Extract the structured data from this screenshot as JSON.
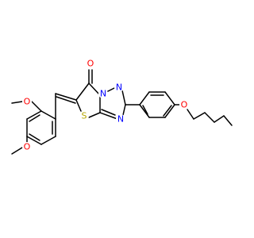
{
  "atoms": {
    "o_carbonyl": "O",
    "n_bridge": "N",
    "n_top": "N",
    "n_bottom": "N",
    "s_ring": "S",
    "o_methoxy_upper": "O",
    "o_methoxy_lower": "O",
    "o_pentoxy": "O"
  },
  "colors": {
    "oxygen": "#ff0000",
    "nitrogen": "#0000ff",
    "sulfur": "#b5a600",
    "carbon": "#000000"
  }
}
